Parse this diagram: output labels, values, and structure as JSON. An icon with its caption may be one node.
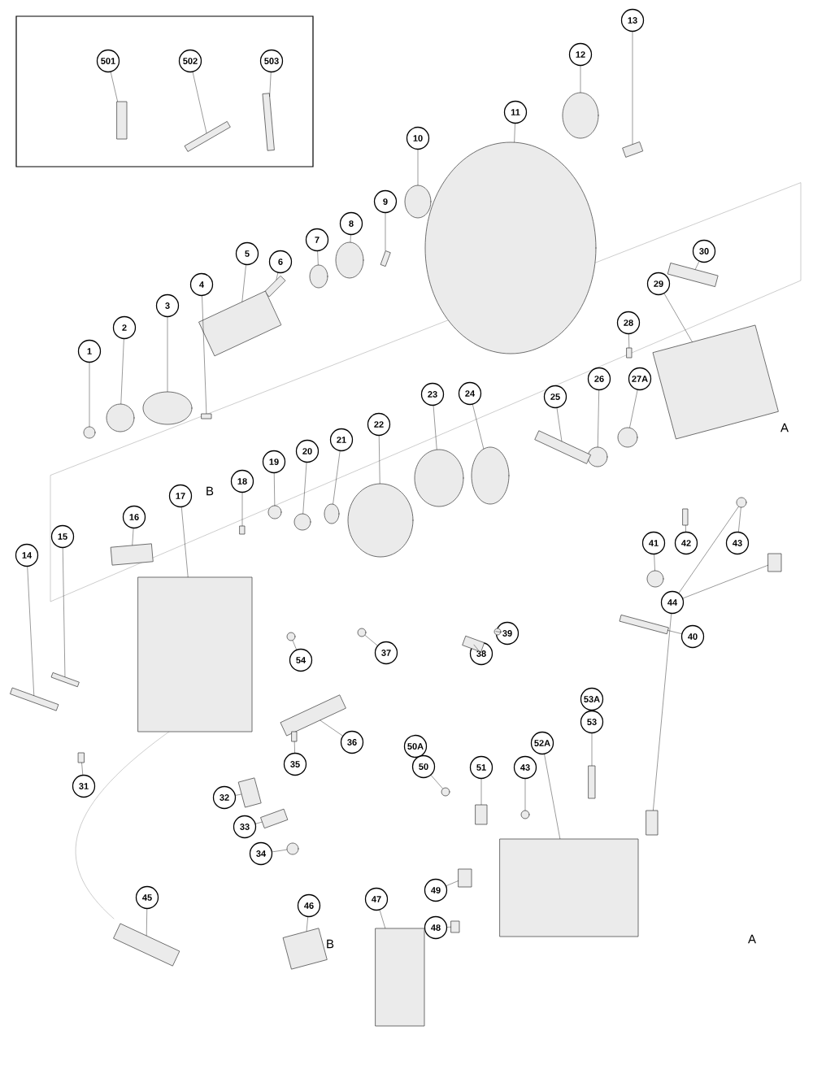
{
  "diagram": {
    "nodes": [
      {
        "text": [
          "501"
        ]
      },
      {
        "text": [
          "502"
        ]
      },
      {
        "text": [
          "503"
        ]
      },
      {
        "text": [
          "13"
        ]
      },
      {
        "text": [
          "12"
        ]
      },
      {
        "text": [
          "11"
        ]
      },
      {
        "text": [
          "10"
        ]
      },
      {
        "text": [
          "9"
        ]
      },
      {
        "text": [
          "30"
        ]
      },
      {
        "text": [
          "8"
        ]
      },
      {
        "text": [
          "7"
        ]
      },
      {
        "text": [
          "29"
        ]
      },
      {
        "text": [
          "6"
        ]
      },
      {
        "text": [
          "5"
        ]
      },
      {
        "text": [
          "4"
        ]
      },
      {
        "text": [
          "3"
        ]
      },
      {
        "text": [
          "28"
        ]
      },
      {
        "text": [
          "2"
        ]
      },
      {
        "text": [
          "1"
        ]
      },
      {
        "text": [
          "27A"
        ]
      },
      {
        "text": [
          "26"
        ]
      },
      {
        "text": [
          "25"
        ]
      },
      {
        "text": [
          "24"
        ]
      },
      {
        "text": [
          "23"
        ]
      },
      {
        "text": [
          "22"
        ]
      },
      {
        "text": [
          "21"
        ]
      },
      {
        "text": [
          "20"
        ]
      },
      {
        "text": [
          "19"
        ]
      },
      {
        "text": [
          "18"
        ]
      },
      {
        "text": [
          "17"
        ]
      },
      {
        "text": [
          "16"
        ]
      },
      {
        "text": [
          "15"
        ]
      },
      {
        "text": [
          "43"
        ]
      },
      {
        "text": [
          "41"
        ]
      },
      {
        "text": [
          "42"
        ]
      },
      {
        "text": [
          "14"
        ]
      },
      {
        "text": [
          "44"
        ]
      },
      {
        "text": [
          "40"
        ]
      },
      {
        "text": [
          "39"
        ]
      },
      {
        "text": [
          "54"
        ]
      },
      {
        "text": [
          "38"
        ]
      },
      {
        "text": [
          "37"
        ]
      },
      {
        "text": [
          "53A"
        ]
      },
      {
        "text": [
          "53"
        ]
      },
      {
        "text": [
          "36"
        ]
      },
      {
        "text": [
          "52A"
        ]
      },
      {
        "text": [
          "50A"
        ]
      },
      {
        "text": [
          "35"
        ]
      },
      {
        "text": [
          "51"
        ]
      },
      {
        "text": [
          "43"
        ]
      },
      {
        "text": [
          "50"
        ]
      },
      {
        "text": [
          "31"
        ]
      },
      {
        "text": [
          "32"
        ]
      },
      {
        "text": [
          "33"
        ]
      },
      {
        "text": [
          "34"
        ]
      },
      {
        "text": [
          "49"
        ]
      },
      {
        "text": [
          "45"
        ]
      },
      {
        "text": [
          "47"
        ]
      },
      {
        "text": [
          "46"
        ]
      },
      {
        "text": [
          "48"
        ]
      },
      {
        "text": [],
        "shape": "box"
      },
      {
        "text": [],
        "shape": "box"
      },
      {
        "text": [],
        "shape": "box"
      },
      {
        "text": [],
        "shape": "box"
      },
      {
        "text": [],
        "shape": "circle"
      },
      {
        "text": [],
        "shape": "circle"
      },
      {
        "text": [],
        "shape": "circle"
      },
      {
        "text": [],
        "shape": "box"
      },
      {
        "text": [],
        "shape": "box"
      },
      {
        "text": [],
        "shape": "circle"
      },
      {
        "text": [],
        "shape": "circle"
      },
      {
        "text": [],
        "shape": "box"
      },
      {
        "text": [],
        "shape": "box"
      },
      {
        "text": [],
        "shape": "box"
      },
      {
        "text": [],
        "shape": "box"
      },
      {
        "text": [],
        "shape": "circle"
      },
      {
        "text": [],
        "shape": "box"
      },
      {
        "text": [],
        "shape": "circle"
      },
      {
        "text": [],
        "shape": "circle"
      },
      {
        "text": [],
        "shape": "circle"
      },
      {
        "text": [],
        "shape": "circle"
      },
      {
        "text": [],
        "shape": "box"
      },
      {
        "text": [],
        "shape": "circle"
      },
      {
        "text": [],
        "shape": "circle"
      },
      {
        "text": [],
        "shape": "circle"
      },
      {
        "text": [],
        "shape": "circle"
      },
      {
        "text": [],
        "shape": "circle"
      },
      {
        "text": [],
        "shape": "circle"
      },
      {
        "text": [],
        "shape": "box"
      },
      {
        "text": [],
        "shape": "box"
      },
      {
        "text": [],
        "shape": "box"
      },
      {
        "text": [],
        "shape": "box"
      },
      {
        "text": [],
        "shape": "circle"
      },
      {
        "text": [],
        "shape": "circle"
      },
      {
        "text": [],
        "shape": "box"
      },
      {
        "text": [],
        "shape": "box"
      },
      {
        "text": [],
        "shape": "box"
      },
      {
        "text": [],
        "shape": "box"
      },
      {
        "text": [],
        "shape": "box"
      },
      {
        "text": [],
        "shape": "circle"
      },
      {
        "text": [],
        "shape": "circle"
      },
      {
        "text": [],
        "shape": "box"
      },
      {
        "text": [],
        "shape": "circle"
      },
      {
        "text": [],
        "shape": "box"
      },
      {
        "text": [],
        "shape": "box"
      },
      {
        "text": [],
        "shape": "box"
      },
      {
        "text": [],
        "shape": "box"
      },
      {
        "text": [],
        "shape": "box"
      },
      {
        "text": [],
        "shape": "circle"
      },
      {
        "text": [],
        "shape": "circle"
      },
      {
        "text": [],
        "shape": "box"
      },
      {
        "text": [],
        "shape": "box"
      },
      {
        "text": [],
        "shape": "box"
      },
      {
        "text": [],
        "shape": "circle"
      },
      {
        "text": [],
        "shape": "box"
      },
      {
        "text": [],
        "shape": "box"
      },
      {
        "text": [],
        "shape": "box"
      },
      {
        "text": [],
        "shape": "box"
      },
      {
        "text": [],
        "shape": "box"
      }
    ],
    "edges": [
      {
        "from": 0,
        "to": 60,
        "arrow": "none"
      },
      {
        "from": 1,
        "to": 61,
        "arrow": "none"
      },
      {
        "from": 2,
        "to": 62,
        "arrow": "none"
      },
      {
        "from": 3,
        "to": 63,
        "arrow": "none"
      },
      {
        "from": 4,
        "to": 64,
        "arrow": "none"
      },
      {
        "from": 5,
        "to": 65,
        "arrow": "none"
      },
      {
        "from": 6,
        "to": 66,
        "arrow": "none"
      },
      {
        "from": 7,
        "to": 67,
        "arrow": "none"
      },
      {
        "from": 8,
        "to": 68,
        "arrow": "none"
      },
      {
        "from": 9,
        "to": 69,
        "arrow": "none"
      },
      {
        "from": 10,
        "to": 70,
        "arrow": "none"
      },
      {
        "from": 11,
        "to": 71,
        "arrow": "none"
      },
      {
        "from": 12,
        "to": 72,
        "arrow": "none"
      },
      {
        "from": 13,
        "to": 73,
        "arrow": "none"
      },
      {
        "from": 14,
        "to": 74,
        "arrow": "none"
      },
      {
        "from": 15,
        "to": 75,
        "arrow": "none"
      },
      {
        "from": 16,
        "to": 76,
        "arrow": "none"
      },
      {
        "from": 17,
        "to": 77,
        "arrow": "none"
      },
      {
        "from": 18,
        "to": 78,
        "arrow": "none"
      },
      {
        "from": 19,
        "to": 79,
        "arrow": "none"
      },
      {
        "from": 20,
        "to": 80,
        "arrow": "none"
      },
      {
        "from": 21,
        "to": 81,
        "arrow": "none"
      },
      {
        "from": 22,
        "to": 82,
        "arrow": "none"
      },
      {
        "from": 23,
        "to": 83,
        "arrow": "none"
      },
      {
        "from": 24,
        "to": 84,
        "arrow": "none"
      },
      {
        "from": 25,
        "to": 85,
        "arrow": "none"
      },
      {
        "from": 26,
        "to": 86,
        "arrow": "none"
      },
      {
        "from": 27,
        "to": 87,
        "arrow": "none"
      },
      {
        "from": 28,
        "to": 88,
        "arrow": "none"
      },
      {
        "from": 29,
        "to": 89,
        "arrow": "none"
      },
      {
        "from": 30,
        "to": 90,
        "arrow": "none"
      },
      {
        "from": 31,
        "to": 91,
        "arrow": "none"
      },
      {
        "from": 32,
        "to": 92,
        "arrow": "none"
      },
      {
        "from": 33,
        "to": 93,
        "arrow": "none"
      },
      {
        "from": 34,
        "to": 94,
        "arrow": "none"
      },
      {
        "from": 35,
        "to": 95,
        "arrow": "none"
      },
      {
        "from": 36,
        "to": 96,
        "arrow": "none"
      },
      {
        "from": 36,
        "to": 92,
        "arrow": "none"
      },
      {
        "from": 36,
        "to": 97,
        "arrow": "none"
      },
      {
        "from": 37,
        "to": 98,
        "arrow": "none"
      },
      {
        "from": 38,
        "to": 99,
        "arrow": "none"
      },
      {
        "from": 39,
        "to": 100,
        "arrow": "none"
      },
      {
        "from": 40,
        "to": 101,
        "arrow": "none"
      },
      {
        "from": 41,
        "to": 102,
        "arrow": "none"
      },
      {
        "from": 43,
        "to": 103,
        "arrow": "none"
      },
      {
        "from": 44,
        "to": 104,
        "arrow": "none"
      },
      {
        "from": 45,
        "to": 105,
        "arrow": "none"
      },
      {
        "from": 47,
        "to": 106,
        "arrow": "none"
      },
      {
        "from": 48,
        "to": 107,
        "arrow": "none"
      },
      {
        "from": 49,
        "to": 108,
        "arrow": "none"
      },
      {
        "from": 50,
        "to": 109,
        "arrow": "none"
      },
      {
        "from": 51,
        "to": 110,
        "arrow": "none"
      },
      {
        "from": 52,
        "to": 111,
        "arrow": "none"
      },
      {
        "from": 53,
        "to": 112,
        "arrow": "none"
      },
      {
        "from": 54,
        "to": 113,
        "arrow": "none"
      },
      {
        "from": 55,
        "to": 114,
        "arrow": "none"
      },
      {
        "from": 56,
        "to": 115,
        "arrow": "none"
      },
      {
        "from": 57,
        "to": 116,
        "arrow": "none"
      },
      {
        "from": 58,
        "to": 117,
        "arrow": "none"
      },
      {
        "from": 59,
        "to": 118,
        "arrow": "none"
      }
    ],
    "labels": [
      "A",
      "B",
      "A",
      "B"
    ]
  }
}
